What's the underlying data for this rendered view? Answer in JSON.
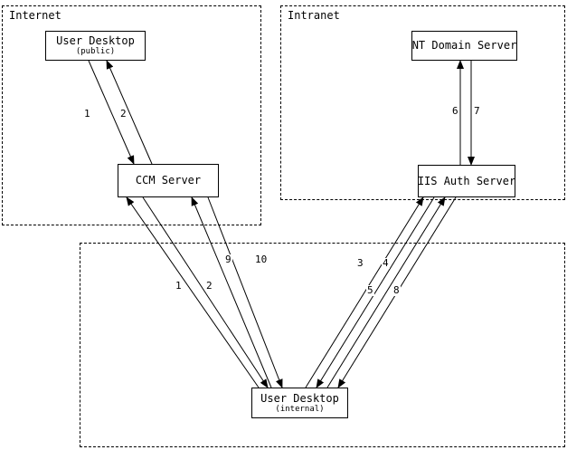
{
  "diagram": {
    "zones": {
      "internet": {
        "label": "Internet"
      },
      "intranet": {
        "label": "Intranet"
      }
    },
    "nodes": {
      "user_desktop_public": {
        "title": "User Desktop",
        "subtitle": "(public)"
      },
      "ccm_server": {
        "title": "CCM Server"
      },
      "nt_domain_server": {
        "title": "NT Domain Server"
      },
      "iis_auth_server": {
        "title": "IIS Auth Server"
      },
      "user_desktop_internal": {
        "title": "User Desktop",
        "subtitle": "(internal)"
      }
    },
    "arrow_labels": {
      "l1a": "1",
      "l2a": "2",
      "l6": "6",
      "l7": "7",
      "l9": "9",
      "l10": "10",
      "l1b": "1",
      "l2b": "2",
      "l3": "3",
      "l4": "4",
      "l5": "5",
      "l8": "8"
    },
    "colors": {
      "line": "#000000",
      "background": "#ffffff"
    }
  }
}
